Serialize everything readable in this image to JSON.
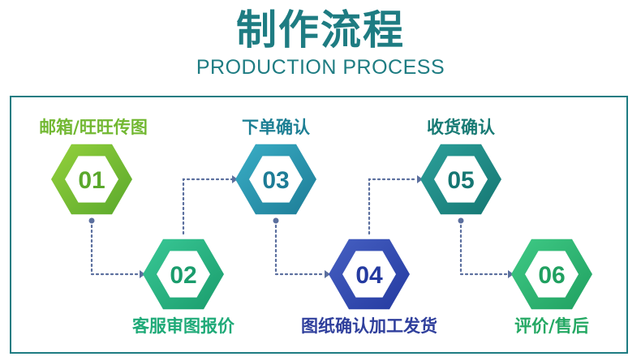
{
  "header": {
    "title": "制作流程",
    "subtitle": "PRODUCTION PROCESS"
  },
  "colors": {
    "brand": "#1e7c82",
    "connector": "#5b6f9e"
  },
  "steps": [
    {
      "number": "01",
      "label": "邮箱/旺旺传图",
      "color_light": "#94d13c",
      "color_dark": "#5aa82c",
      "text_color": "#72b832"
    },
    {
      "number": "02",
      "label": "客服审图报价",
      "color_light": "#39c896",
      "color_dark": "#1a9c6c",
      "text_color": "#1faa78"
    },
    {
      "number": "03",
      "label": "下单确认",
      "color_light": "#3aaec6",
      "color_dark": "#1d7c96",
      "text_color": "#1d7f94"
    },
    {
      "number": "04",
      "label": "图纸确认加工发货",
      "color_light": "#4660c2",
      "color_dark": "#243aa0",
      "text_color": "#2f3f9c"
    },
    {
      "number": "05",
      "label": "收货确认",
      "color_light": "#2ca09a",
      "color_dark": "#157672",
      "text_color": "#177a74"
    },
    {
      "number": "06",
      "label": "评价/售后",
      "color_light": "#3fca86",
      "color_dark": "#20a060",
      "text_color": "#24a863"
    }
  ]
}
